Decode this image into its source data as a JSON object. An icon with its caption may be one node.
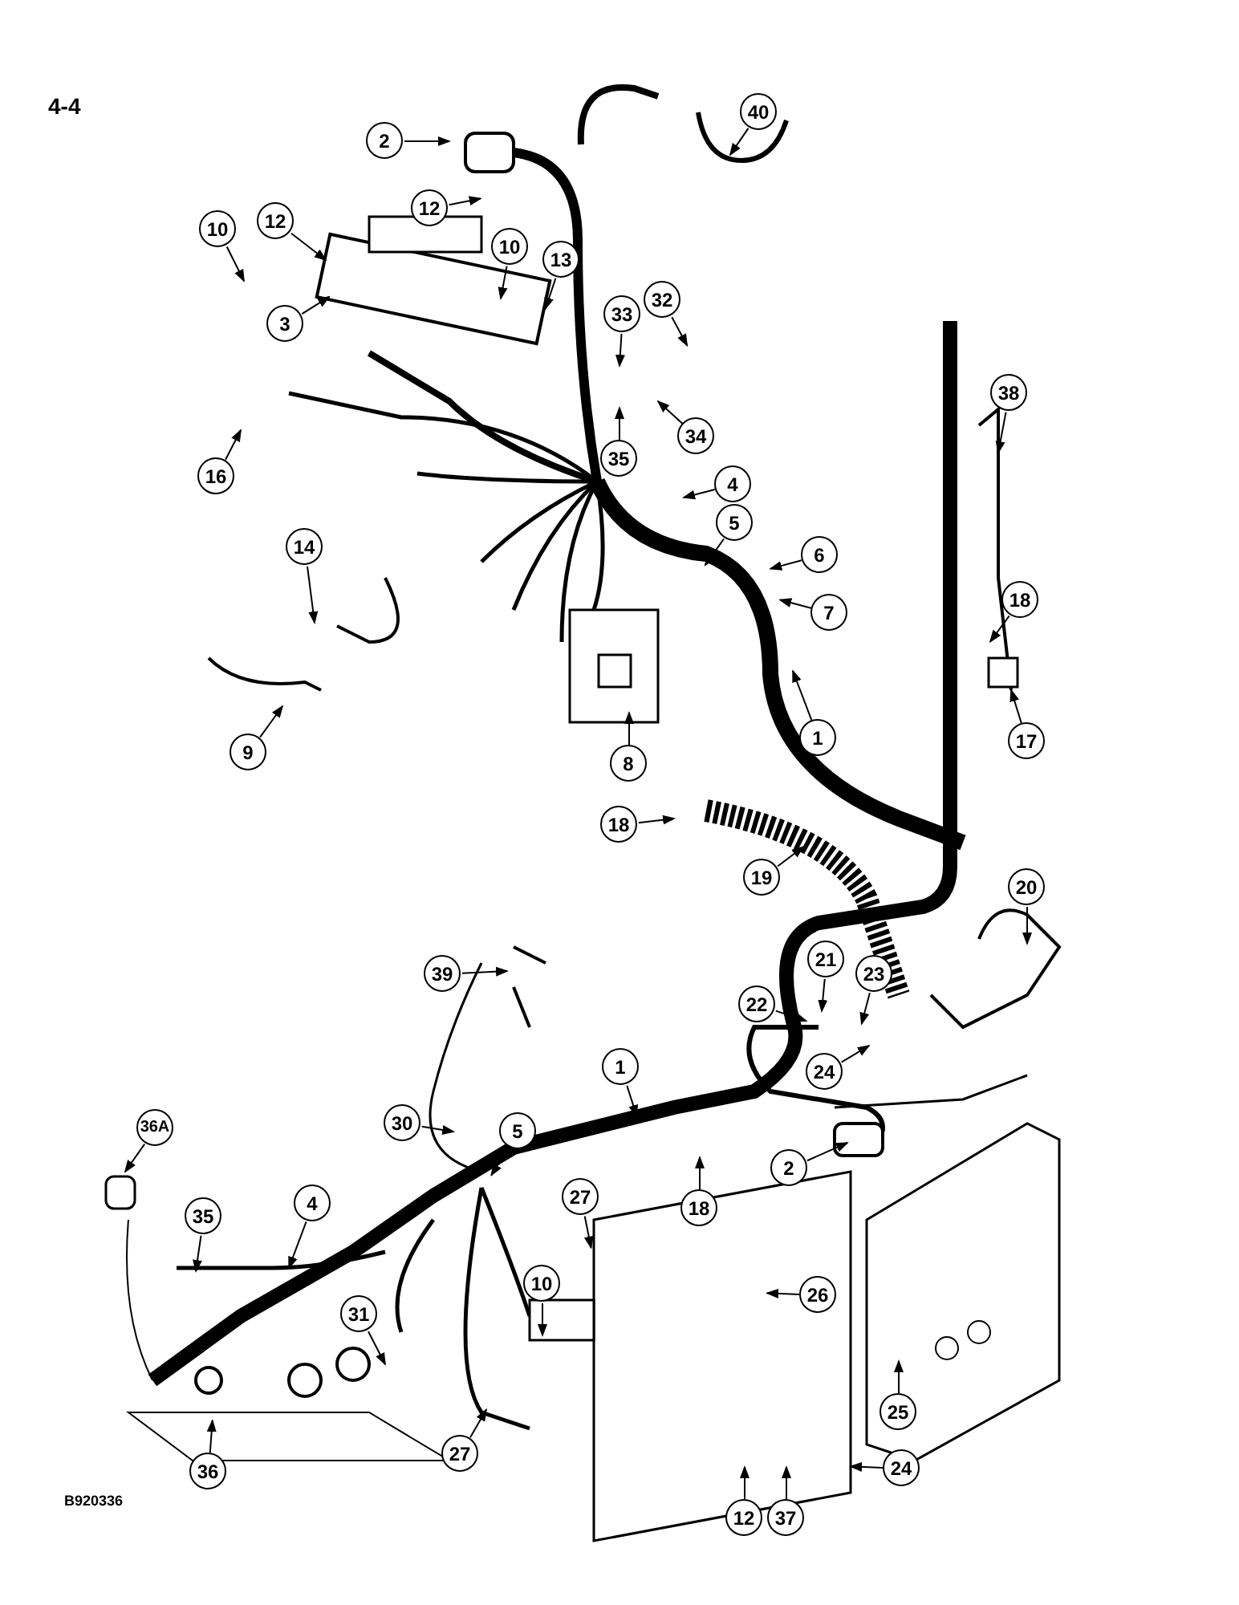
{
  "diagram": {
    "nodes": [
      {
        "text": [
          "2"
        ]
      },
      {
        "text": [
          "40"
        ]
      },
      {
        "text": [
          "12"
        ]
      },
      {
        "text": [
          "12"
        ]
      },
      {
        "text": [
          "10"
        ]
      },
      {
        "text": [
          "10"
        ]
      },
      {
        "text": [
          "13"
        ]
      },
      {
        "text": [
          "33"
        ]
      },
      {
        "text": [
          "32"
        ]
      },
      {
        "text": [
          "3"
        ]
      },
      {
        "text": [
          "16"
        ]
      },
      {
        "text": [
          "35"
        ]
      },
      {
        "text": [
          "34"
        ]
      },
      {
        "text": [
          "4"
        ]
      },
      {
        "text": [
          "38"
        ]
      },
      {
        "text": [
          "5"
        ]
      },
      {
        "text": [
          "6"
        ]
      },
      {
        "text": [
          "7"
        ]
      },
      {
        "text": [
          "18"
        ]
      },
      {
        "text": [
          "14"
        ]
      },
      {
        "text": [
          "17"
        ]
      },
      {
        "text": [
          "9"
        ]
      },
      {
        "text": [
          "8"
        ]
      },
      {
        "text": [
          "1"
        ]
      },
      {
        "text": [
          "18"
        ]
      },
      {
        "text": [
          "19"
        ]
      },
      {
        "text": [
          "20"
        ]
      },
      {
        "text": [
          "39"
        ]
      },
      {
        "text": [
          "21"
        ]
      },
      {
        "text": [
          "23"
        ]
      },
      {
        "text": [
          "22"
        ]
      },
      {
        "text": [
          "24"
        ]
      },
      {
        "text": [
          "1"
        ]
      },
      {
        "text": [
          "2"
        ]
      },
      {
        "text": [
          "30"
        ]
      },
      {
        "text": [
          "5"
        ]
      },
      {
        "text": [
          "36A"
        ]
      },
      {
        "text": [
          "18"
        ]
      },
      {
        "text": [
          "27"
        ]
      },
      {
        "text": [
          "35"
        ]
      },
      {
        "text": [
          "4"
        ]
      },
      {
        "text": [
          "10"
        ]
      },
      {
        "text": [
          "26"
        ]
      },
      {
        "text": [
          "31"
        ]
      },
      {
        "text": [
          "25"
        ]
      },
      {
        "text": [
          "24"
        ]
      },
      {
        "text": [
          "12"
        ]
      },
      {
        "text": [
          "37"
        ]
      },
      {
        "text": [
          "36"
        ]
      },
      {
        "text": [
          "27"
        ]
      }
    ],
    "edges": [
      {
        "from": 0,
        "to": null,
        "arrow": "to"
      },
      {
        "from": 1,
        "to": null,
        "arrow": "to"
      },
      {
        "from": 2,
        "to": null,
        "arrow": "to"
      },
      {
        "from": 3,
        "to": null,
        "arrow": "to"
      },
      {
        "from": 4,
        "to": null,
        "arrow": "to"
      },
      {
        "from": 5,
        "to": null,
        "arrow": "to"
      },
      {
        "from": 6,
        "to": null,
        "arrow": "to"
      },
      {
        "from": 7,
        "to": null,
        "arrow": "to"
      },
      {
        "from": 8,
        "to": null,
        "arrow": "to"
      },
      {
        "from": 9,
        "to": null,
        "arrow": "to"
      },
      {
        "from": 10,
        "to": null,
        "arrow": "to"
      },
      {
        "from": 11,
        "to": null,
        "arrow": "to"
      },
      {
        "from": 12,
        "to": null,
        "arrow": "to"
      },
      {
        "from": 13,
        "to": null,
        "arrow": "to"
      },
      {
        "from": 14,
        "to": null,
        "arrow": "to"
      },
      {
        "from": 15,
        "to": null,
        "arrow": "to"
      },
      {
        "from": 16,
        "to": null,
        "arrow": "to"
      },
      {
        "from": 17,
        "to": null,
        "arrow": "to"
      },
      {
        "from": 18,
        "to": null,
        "arrow": "to"
      },
      {
        "from": 19,
        "to": null,
        "arrow": "to"
      },
      {
        "from": 20,
        "to": null,
        "arrow": "to"
      },
      {
        "from": 21,
        "to": null,
        "arrow": "to"
      },
      {
        "from": 22,
        "to": null,
        "arrow": "to"
      },
      {
        "from": 23,
        "to": null,
        "arrow": "to"
      },
      {
        "from": 24,
        "to": null,
        "arrow": "to"
      },
      {
        "from": 25,
        "to": null,
        "arrow": "to"
      },
      {
        "from": 26,
        "to": null,
        "arrow": "to"
      },
      {
        "from": 27,
        "to": null,
        "arrow": "to"
      },
      {
        "from": 28,
        "to": null,
        "arrow": "to"
      },
      {
        "from": 29,
        "to": null,
        "arrow": "to"
      },
      {
        "from": 30,
        "to": null,
        "arrow": "to"
      },
      {
        "from": 31,
        "to": null,
        "arrow": "to"
      },
      {
        "from": 32,
        "to": null,
        "arrow": "to"
      },
      {
        "from": 33,
        "to": null,
        "arrow": "to"
      },
      {
        "from": 34,
        "to": null,
        "arrow": "to"
      },
      {
        "from": 35,
        "to": null,
        "arrow": "to"
      },
      {
        "from": 36,
        "to": null,
        "arrow": "to"
      },
      {
        "from": 37,
        "to": null,
        "arrow": "to"
      },
      {
        "from": 38,
        "to": null,
        "arrow": "to"
      },
      {
        "from": 39,
        "to": null,
        "arrow": "to"
      },
      {
        "from": 40,
        "to": null,
        "arrow": "to"
      },
      {
        "from": 41,
        "to": null,
        "arrow": "to"
      },
      {
        "from": 42,
        "to": null,
        "arrow": "to"
      },
      {
        "from": 43,
        "to": null,
        "arrow": "to"
      },
      {
        "from": 44,
        "to": null,
        "arrow": "to"
      },
      {
        "from": 45,
        "to": null,
        "arrow": "to"
      },
      {
        "from": 46,
        "to": null,
        "arrow": "to"
      },
      {
        "from": 47,
        "to": null,
        "arrow": "to"
      },
      {
        "from": 48,
        "to": null,
        "arrow": "to"
      },
      {
        "from": 49,
        "to": null,
        "arrow": "to"
      }
    ],
    "labels": [
      "4-4",
      "B920336"
    ]
  }
}
